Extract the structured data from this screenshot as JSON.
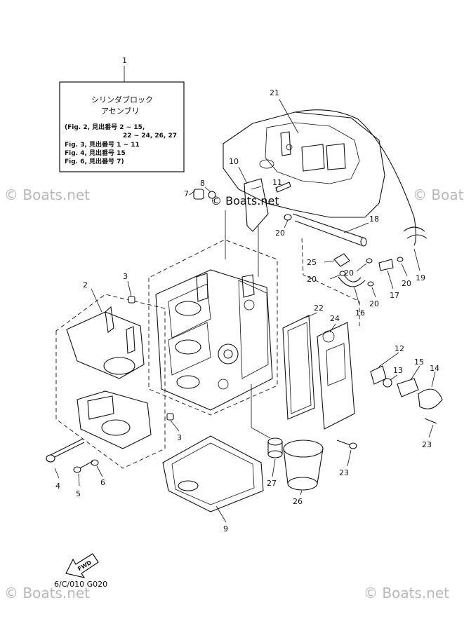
{
  "legend": {
    "callout": "1",
    "line1": "シリンダブロック",
    "line2": "アセンブリ",
    "refs": [
      "(Fig. 2, 見出番号 2 ~ 15,",
      "22 ~ 24, 26, 27",
      "Fig. 3, 見出番号 1 ~ 11",
      "Fig. 4, 見出番号 15",
      "Fig. 6, 見出番号 7)"
    ]
  },
  "parts": [
    "2",
    "3",
    "3",
    "4",
    "5",
    "6",
    "7",
    "8",
    "9",
    "10",
    "11",
    "12",
    "13",
    "14",
    "15",
    "16",
    "17",
    "18",
    "19",
    "20",
    "20",
    "20",
    "20",
    "20",
    "21",
    "22",
    "23",
    "23",
    "24",
    "25",
    "26",
    "27"
  ],
  "fwd_label": "FWD",
  "diagram_code": "6/C/010 G020",
  "watermarks": {
    "center": "© Boats.net",
    "side_left": "© Boats.net",
    "side_right": "© Boat",
    "bottom_left": "© Boats.net",
    "bottom_right": "© Boats.net"
  }
}
